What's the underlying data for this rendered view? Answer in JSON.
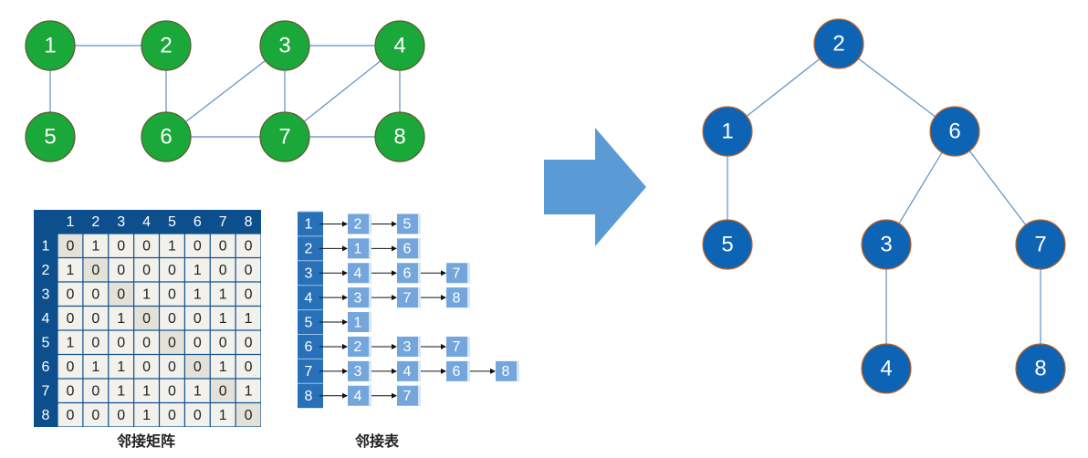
{
  "colors": {
    "graph_node": "#1aa83a",
    "graph_node_stroke": "#5a5a2a",
    "tree_node": "#0e64b4",
    "tree_node_stroke": "#c8641e",
    "edge": "#5b8fc8",
    "matrix_header": "#0d4f8c",
    "matrix_diag_cell": "#e4e2d8",
    "matrix_cell": "#f2f1ec",
    "list_head": "#2870b8",
    "list_node": "#74a6dc",
    "arrow_fill": "#5b9bd5"
  },
  "graph": {
    "nodes": [
      "1",
      "2",
      "3",
      "4",
      "5",
      "6",
      "7",
      "8"
    ],
    "edges": [
      [
        "1",
        "2"
      ],
      [
        "1",
        "5"
      ],
      [
        "2",
        "6"
      ],
      [
        "3",
        "4"
      ],
      [
        "3",
        "6"
      ],
      [
        "3",
        "7"
      ],
      [
        "4",
        "7"
      ],
      [
        "4",
        "8"
      ],
      [
        "6",
        "7"
      ],
      [
        "7",
        "8"
      ]
    ]
  },
  "matrix": {
    "caption": "邻接矩阵",
    "headers": [
      "1",
      "2",
      "3",
      "4",
      "5",
      "6",
      "7",
      "8"
    ],
    "rows": [
      [
        "0",
        "1",
        "0",
        "0",
        "1",
        "0",
        "0",
        "0"
      ],
      [
        "1",
        "0",
        "0",
        "0",
        "0",
        "1",
        "0",
        "0"
      ],
      [
        "0",
        "0",
        "0",
        "1",
        "0",
        "1",
        "1",
        "0"
      ],
      [
        "0",
        "0",
        "1",
        "0",
        "0",
        "0",
        "1",
        "1"
      ],
      [
        "1",
        "0",
        "0",
        "0",
        "0",
        "0",
        "0",
        "0"
      ],
      [
        "0",
        "1",
        "1",
        "0",
        "0",
        "0",
        "1",
        "0"
      ],
      [
        "0",
        "0",
        "1",
        "1",
        "0",
        "1",
        "0",
        "1"
      ],
      [
        "0",
        "0",
        "0",
        "1",
        "0",
        "0",
        "1",
        "0"
      ]
    ]
  },
  "adjacency_list": {
    "caption": "邻接表",
    "rows": [
      {
        "head": "1",
        "items": [
          "2",
          "5"
        ]
      },
      {
        "head": "2",
        "items": [
          "1",
          "6"
        ]
      },
      {
        "head": "3",
        "items": [
          "4",
          "6",
          "7"
        ]
      },
      {
        "head": "4",
        "items": [
          "3",
          "7",
          "8"
        ]
      },
      {
        "head": "5",
        "items": [
          "1"
        ]
      },
      {
        "head": "6",
        "items": [
          "2",
          "3",
          "7"
        ]
      },
      {
        "head": "7",
        "items": [
          "3",
          "4",
          "6",
          "8"
        ]
      },
      {
        "head": "8",
        "items": [
          "4",
          "7"
        ]
      }
    ]
  },
  "tree": {
    "nodes": [
      "2",
      "1",
      "6",
      "5",
      "3",
      "7",
      "4",
      "8"
    ],
    "edges": [
      [
        "2",
        "1"
      ],
      [
        "2",
        "6"
      ],
      [
        "1",
        "5"
      ],
      [
        "6",
        "3"
      ],
      [
        "6",
        "7"
      ],
      [
        "3",
        "4"
      ],
      [
        "7",
        "8"
      ]
    ]
  }
}
